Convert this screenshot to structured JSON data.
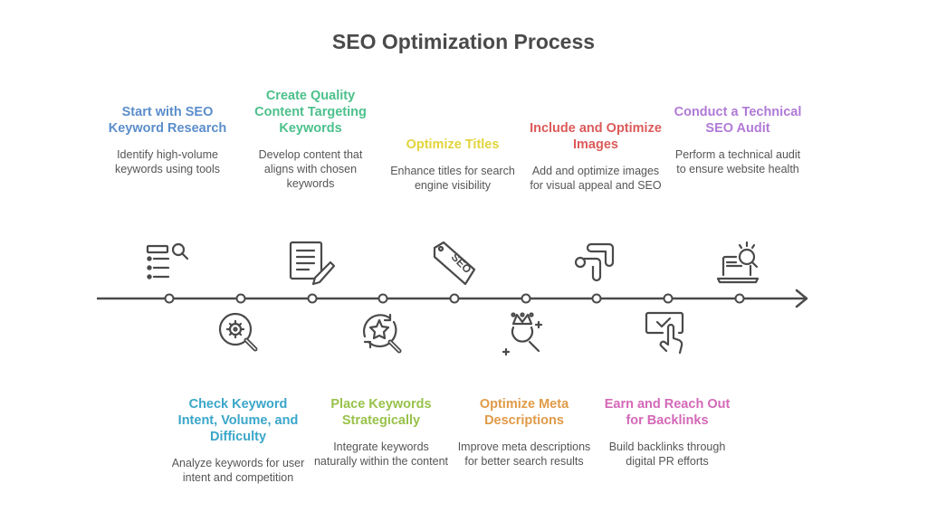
{
  "title": "SEO Optimization Process",
  "steps": [
    {
      "title": "Start with SEO Keyword Research",
      "desc": "Identify high-volume keywords using tools",
      "color": "#5b8ecb",
      "icon": "list-search-icon",
      "position": "top"
    },
    {
      "title": "Check Keyword Intent, Volume, and Difficulty",
      "desc": "Analyze keywords for user intent and competition",
      "color": "#3aa6c9",
      "icon": "gear-search-icon",
      "position": "bottom"
    },
    {
      "title": "Create Quality Content Targeting Keywords",
      "desc": "Develop content that aligns with chosen keywords",
      "color": "#4cc08b",
      "icon": "document-pencil-icon",
      "position": "top"
    },
    {
      "title": "Place Keywords Strategically",
      "desc": "Integrate keywords naturally within the content",
      "color": "#98c24a",
      "icon": "star-refresh-search-icon",
      "position": "bottom"
    },
    {
      "title": "Optimize Titles",
      "desc": "Enhance titles for search engine visibility",
      "color": "#e2d43a",
      "icon": "seo-tag-icon",
      "position": "top"
    },
    {
      "title": "Optimize Meta Descriptions",
      "desc": "Improve meta descriptions for better search results",
      "color": "#e09a48",
      "icon": "crown-search-icon",
      "position": "bottom"
    },
    {
      "title": "Include and Optimize Images",
      "desc": "Add and optimize images for visual appeal and SEO",
      "color": "#dc5a5a",
      "icon": "google-ads-icon",
      "position": "top"
    },
    {
      "title": "Earn and Reach Out for Backlinks",
      "desc": "Build backlinks through digital PR efforts",
      "color": "#d468b8",
      "icon": "touch-check-icon",
      "position": "bottom"
    },
    {
      "title": "Conduct a Technical SEO Audit",
      "desc": "Perform a technical audit to ensure website health",
      "color": "#b07ad6",
      "icon": "laptop-search-icon",
      "position": "top"
    }
  ]
}
